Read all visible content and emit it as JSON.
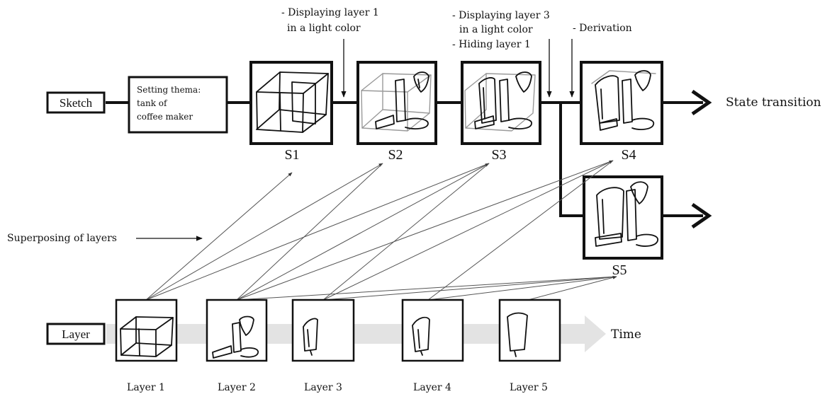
{
  "rows": {
    "sketch_label": "Sketch",
    "layer_label": "Layer"
  },
  "theme_box": {
    "line1": "Setting thema:",
    "line2": "tank of",
    "line3": "coffee maker"
  },
  "states": {
    "s1": "S1",
    "s2": "S2",
    "s3": "S3",
    "s4": "S4",
    "s5": "S5"
  },
  "annotations": {
    "a1_line1": "- Displaying layer 1",
    "a1_line2": "in a light color",
    "a2_line1": "- Displaying layer 3",
    "a2_line2": "in a light color",
    "a2_line3": "- Hiding layer 1",
    "a3": "- Derivation",
    "superposing": "Superposing of layers"
  },
  "axis": {
    "state_transition": "State transition",
    "time": "Time"
  },
  "layers": {
    "l1": "Layer 1",
    "l2": "Layer 2",
    "l3": "Layer 3",
    "l4": "Layer 4",
    "l5": "Layer 5"
  }
}
